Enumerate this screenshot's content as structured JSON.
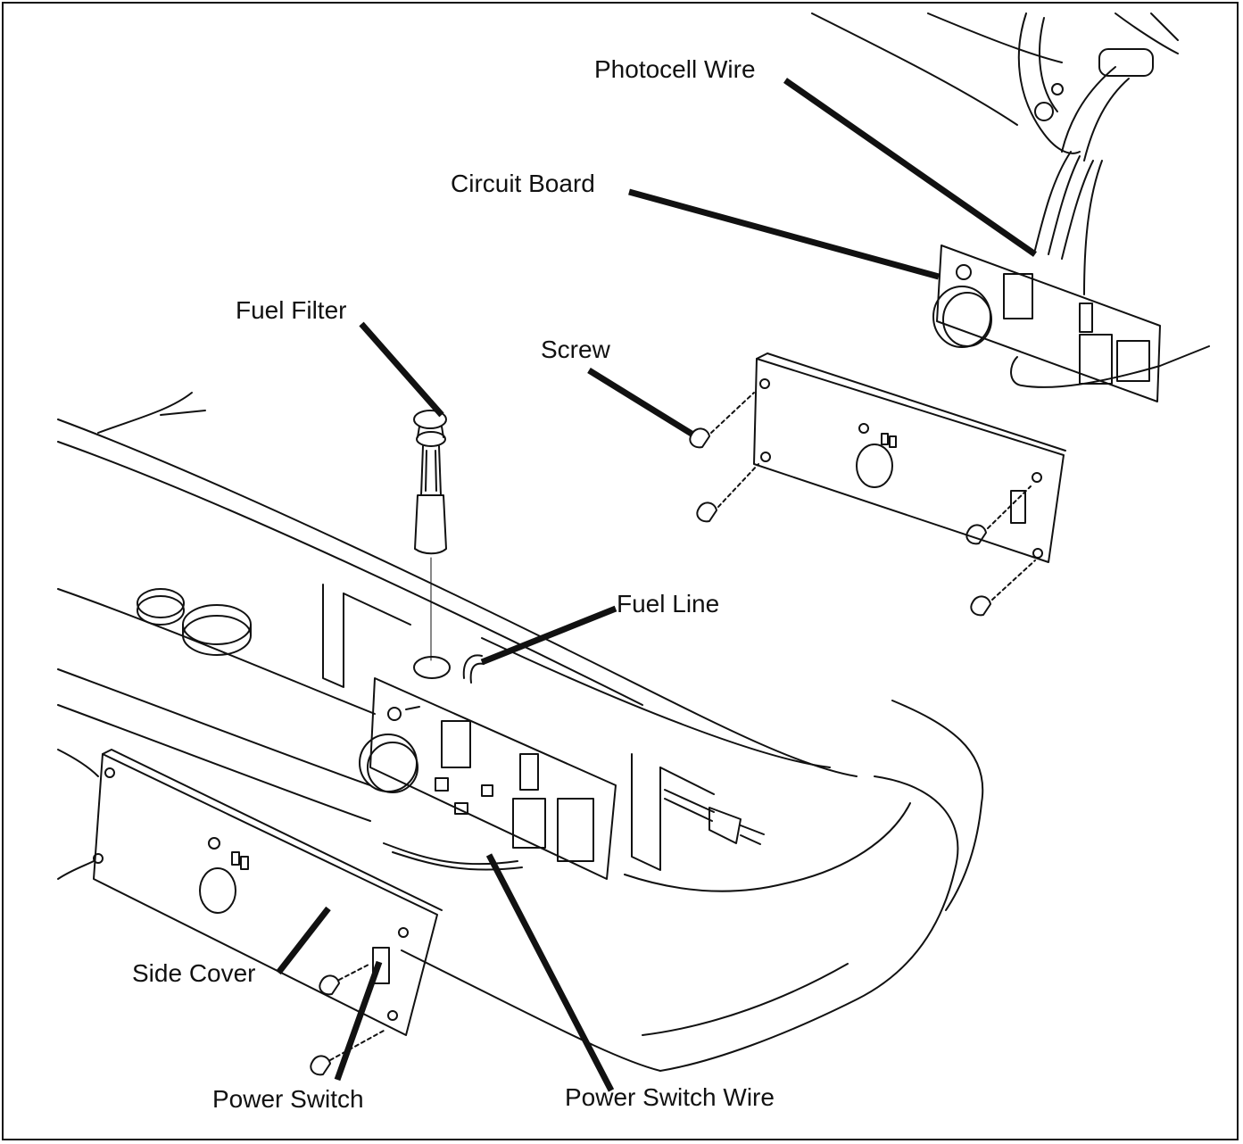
{
  "labels": {
    "photocell_wire": "Photocell Wire",
    "circuit_board": "Circuit Board",
    "fuel_filter": "Fuel Filter",
    "screw": "Screw",
    "fuel_line": "Fuel Line",
    "side_cover": "Side Cover",
    "power_switch": "Power Switch",
    "power_switch_wire": "Power Switch Wire"
  },
  "colors": {
    "line": "#111111",
    "background": "#ffffff"
  }
}
